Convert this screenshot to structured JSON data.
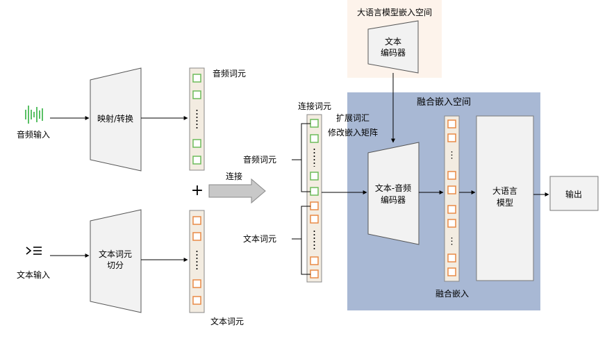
{
  "labels": {
    "llm_embed_space": "大语言模型嵌入空间",
    "text_encoder_line1": "文本",
    "text_encoder_line2": "编码器",
    "fusion_space": "融合嵌入空间",
    "audio_input": "音频输入",
    "text_input": "文本输入",
    "map_convert": "映射/转换",
    "tokenize_line1": "文本词元",
    "tokenize_line2": "切分",
    "audio_tokens_top": "音频词元",
    "text_tokens_bottom": "文本词元",
    "plus": "+",
    "concat_arrow": "连接",
    "concat_tokens": "连接词元",
    "extend_vocab": "扩展词汇",
    "modify_matrix": "修改嵌入矩阵",
    "audio_tokens_mid": "音频词元",
    "text_tokens_mid": "文本词元",
    "ta_encoder_line1": "文本-音频",
    "ta_encoder_line2": "编码器",
    "fused_embed": "融合嵌入",
    "llm_line1": "大语言",
    "llm_line2": "模型",
    "output": "输出"
  },
  "colors": {
    "llm_space_bg": "#fdf3eb",
    "fusion_bg": "#a8b8d4",
    "audio_token": "#6dbb5a",
    "text_token": "#e98a45",
    "column_bg": "#f3ece1",
    "icon_green": "#59c065"
  },
  "icons": {
    "audio_input": "audio-waveform-icon",
    "text_input": "text-list-icon"
  }
}
